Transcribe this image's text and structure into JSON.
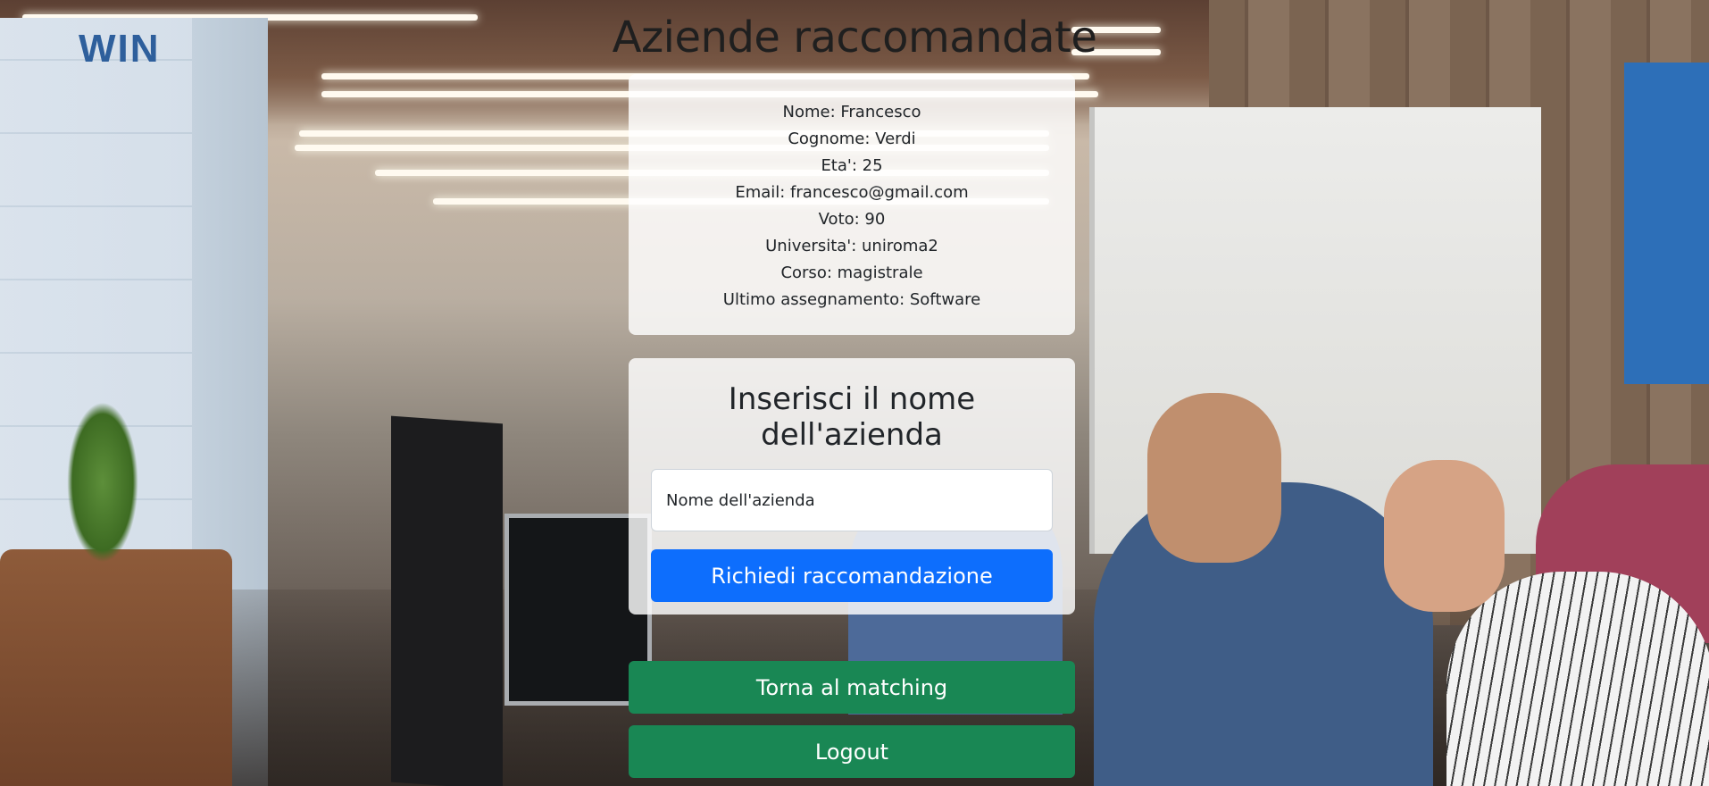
{
  "page": {
    "title": "Aziende raccomandate"
  },
  "profile": {
    "lines": [
      "Nome: Francesco",
      "Cognome: Verdi",
      "Eta': 25",
      "Email: francesco@gmail.com",
      "Voto: 90",
      "Universita': uniroma2",
      "Corso: magistrale",
      "Ultimo assegnamento: Software"
    ]
  },
  "form": {
    "title": "Inserisci il nome dell'azienda",
    "company_input_placeholder": "Nome dell'azienda",
    "company_input_value": "",
    "submit_label": "Richiedi raccomandazione"
  },
  "actions": {
    "matching_label": "Torna al matching",
    "logout_label": "Logout"
  },
  "colors": {
    "primary": "#0d6efd",
    "success": "#198754",
    "card_bg": "rgba(255,255,255,0.82)"
  },
  "background": {
    "wall_text": "WIN"
  }
}
